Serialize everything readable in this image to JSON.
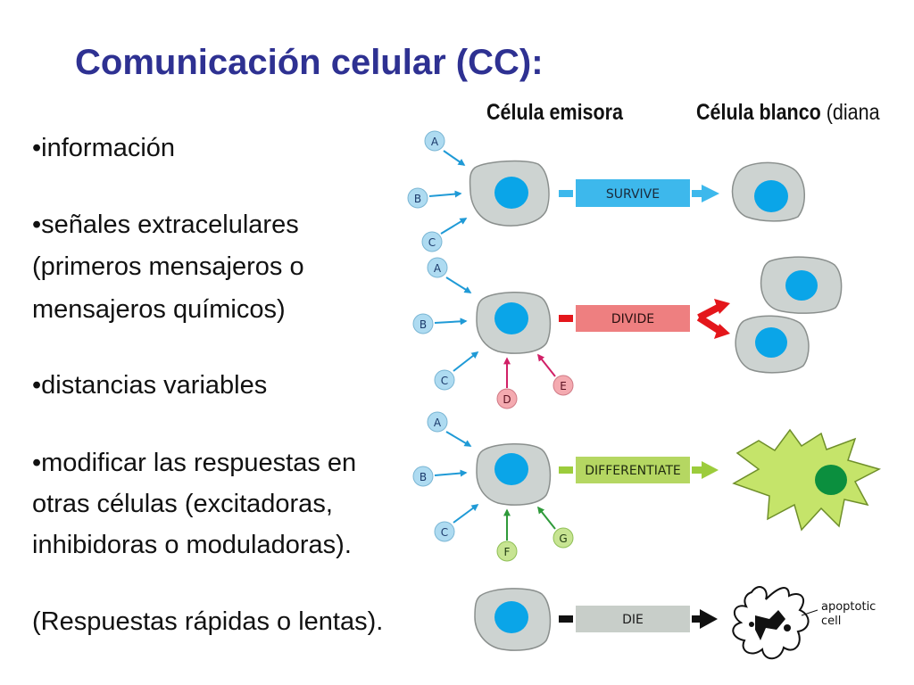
{
  "title": "Comunicación celular (CC):",
  "bullets": [
    "•información",
    "•señales extracelulares",
    "(primeros mensajeros o",
    "mensajeros químicos)",
    "•distancias variables",
    "•modificar las respuestas en",
    "otras células (excitadoras,",
    "inhibidoras o moduladoras).",
    "(Respuestas rápidas o lentas)."
  ],
  "diagram": {
    "sender_header": "Célula emisora",
    "target_header_bold": "Célula blanco",
    "target_header_rest": " (diana",
    "signals": {
      "a": "A",
      "b": "B",
      "c": "C",
      "d": "D",
      "e": "E",
      "f": "F",
      "g": "G"
    },
    "responses": {
      "survive": "SURVIVE",
      "divide": "DIVIDE",
      "differentiate": "DIFFERENTIATE",
      "die": "DIE"
    },
    "apoptotic_line1": "apoptotic",
    "apoptotic_line2": "cell"
  },
  "colors": {
    "title": "#2e3192",
    "cell_fill": "#cdd3d1",
    "nucleus": "#0aa5e8",
    "survive": "#3db8ec",
    "divide": "#ee7f80",
    "divide_arrow": "#e4161b",
    "differentiate": "#b5d762",
    "diff_cell": "#c5e46a",
    "diff_nucleus": "#0b8f3e",
    "die": "#c8cec9",
    "signal_blue": "#aedbf1",
    "signal_red": "#f4aab0",
    "signal_green": "#c7e492"
  }
}
